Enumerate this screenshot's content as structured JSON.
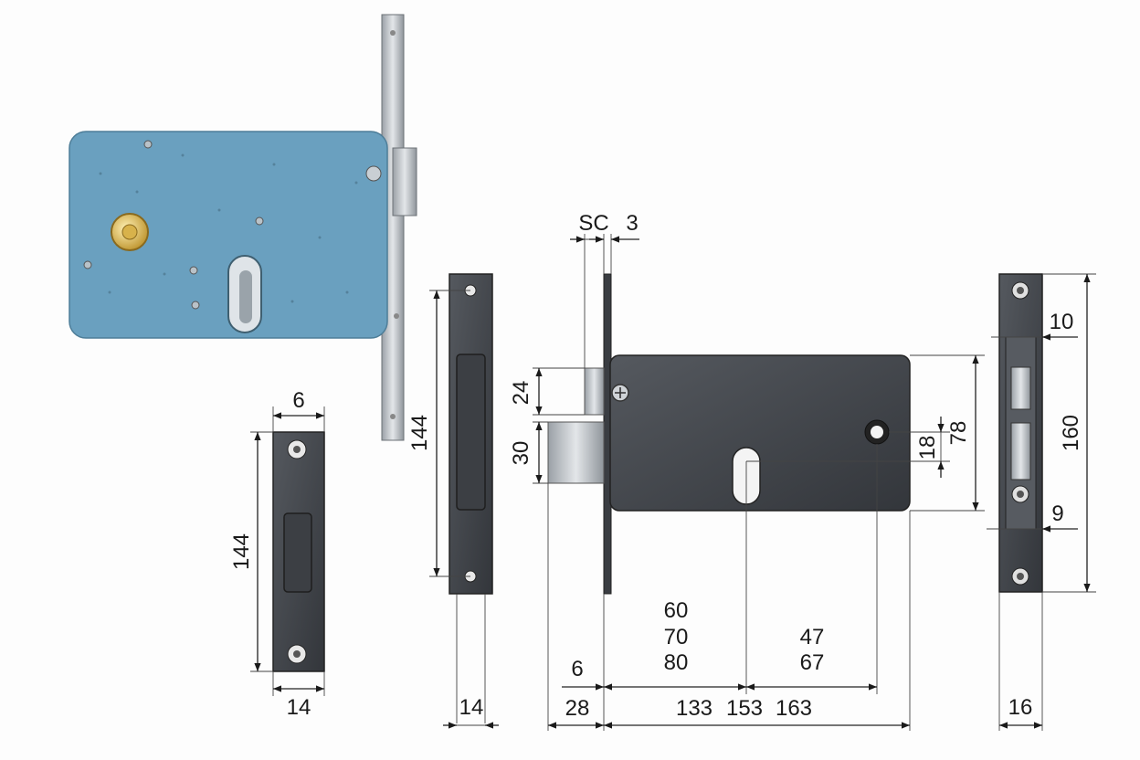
{
  "drawing": {
    "strike_small": {
      "width": "6",
      "height": "144",
      "base": "14"
    },
    "strike_tall": {
      "height": "144",
      "base": "14"
    },
    "lock": {
      "sc": "SC",
      "sc_value": "3",
      "bolt1": "24",
      "bolt2": "30",
      "backset_lines": [
        "60",
        "70",
        "80"
      ],
      "hole_lines": [
        "47",
        "67"
      ],
      "face_small": "6",
      "body_widths": {
        "a": "28",
        "b": "133",
        "c": "153",
        "d": "163"
      },
      "key_to_hole": "18",
      "body_height": "78"
    },
    "plate_right": {
      "top": "10",
      "bottom": "9",
      "height": "160",
      "width": "16"
    }
  },
  "colors": {
    "lock_body_blue": "#6aa0bf",
    "metal_dark": "#3a3d42",
    "steel_light": "#c8cbcf",
    "brass": "#d9b24a"
  }
}
